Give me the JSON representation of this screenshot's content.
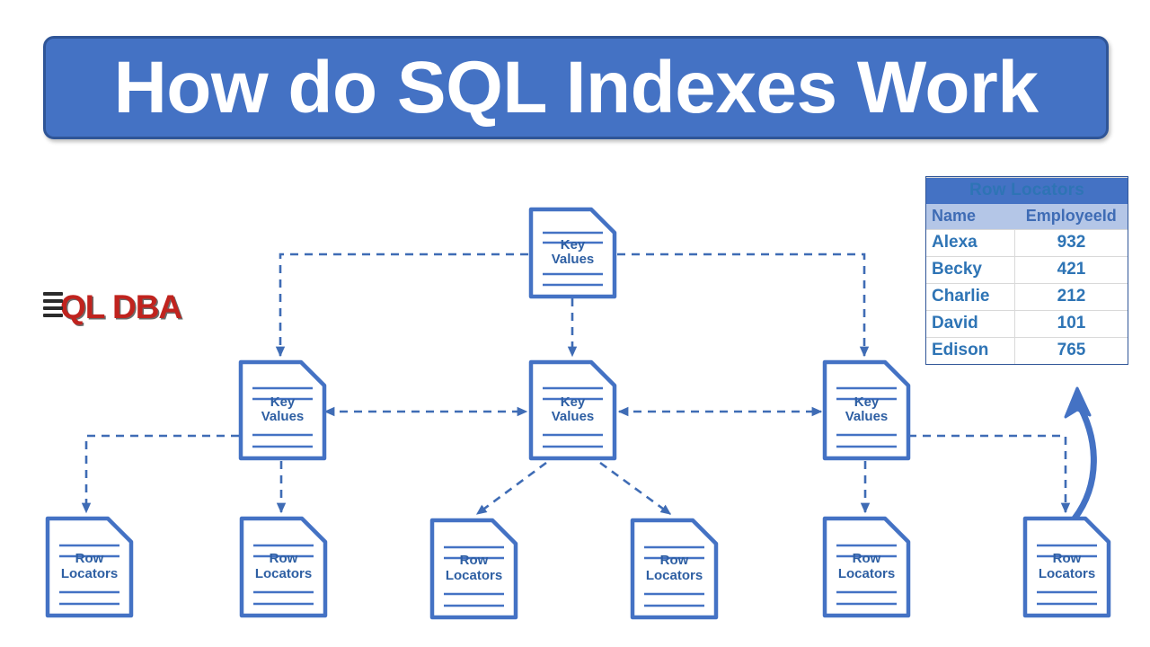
{
  "title": {
    "text": "How do SQL Indexes Work",
    "background": "#4472C4",
    "border": "#2F5597",
    "color": "#FFFFFF"
  },
  "logo": {
    "text": "QL DBA",
    "first_letter": "S",
    "icon": "database-stack-icon",
    "color": "#C0231E"
  },
  "table": {
    "title": "Row Locators",
    "columns": [
      "Name",
      "EmployeeId"
    ],
    "rows": [
      {
        "name": "Alexa",
        "employee_id": "932"
      },
      {
        "name": "Becky",
        "employee_id": "421"
      },
      {
        "name": "Charlie",
        "employee_id": "212"
      },
      {
        "name": "David",
        "employee_id": "101"
      },
      {
        "name": "Edison",
        "employee_id": "765"
      }
    ],
    "header_bg": "#4472C4",
    "column_header_bg": "#B4C6E7",
    "text_color": "#2E74B5"
  },
  "tree": {
    "node_color": "#4472C4",
    "label_color": "#2E5FA3",
    "connector_color": "#4472C4",
    "root": {
      "label_line1": "Key",
      "label_line2": "Values"
    },
    "level2": [
      {
        "label_line1": "Key",
        "label_line2": "Values"
      },
      {
        "label_line1": "Key",
        "label_line2": "Values"
      },
      {
        "label_line1": "Key",
        "label_line2": "Values"
      }
    ],
    "leaves": [
      {
        "label_line1": "Row",
        "label_line2": "Locators"
      },
      {
        "label_line1": "Row",
        "label_line2": "Locators"
      },
      {
        "label_line1": "Row",
        "label_line2": "Locators"
      },
      {
        "label_line1": "Row",
        "label_line2": "Locators"
      },
      {
        "label_line1": "Row",
        "label_line2": "Locators"
      },
      {
        "label_line1": "Row",
        "label_line2": "Locators"
      }
    ]
  }
}
